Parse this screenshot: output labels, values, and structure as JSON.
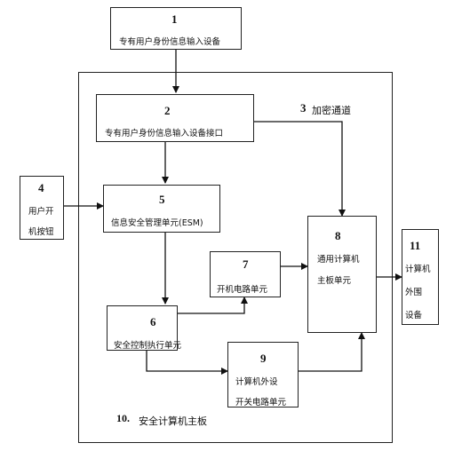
{
  "nodes": {
    "n1": {
      "num": "1",
      "label": "专有用户身份信息输入设备"
    },
    "n2": {
      "num": "2",
      "label": "专有用户身份信息输入设备接口"
    },
    "n3": {
      "num": "3",
      "label": "加密通道"
    },
    "n4": {
      "num": "4",
      "label1": "用户开",
      "label2": "机按钮"
    },
    "n5": {
      "num": "5",
      "label": "信息安全管理单元(ESM)"
    },
    "n6": {
      "num": "6",
      "label": "安全控制执行单元"
    },
    "n7": {
      "num": "7",
      "label": "开机电路单元"
    },
    "n8": {
      "num": "8",
      "label1": "通用计算机",
      "label2": "主板单元"
    },
    "n9": {
      "num": "9",
      "label1": "计算机外设",
      "label2": "开关电路单元"
    },
    "n10": {
      "num": "10.",
      "label": "安全计算机主板"
    },
    "n11": {
      "num": "11",
      "label1": "计算机",
      "label2": "外围",
      "label3": "设备"
    }
  }
}
